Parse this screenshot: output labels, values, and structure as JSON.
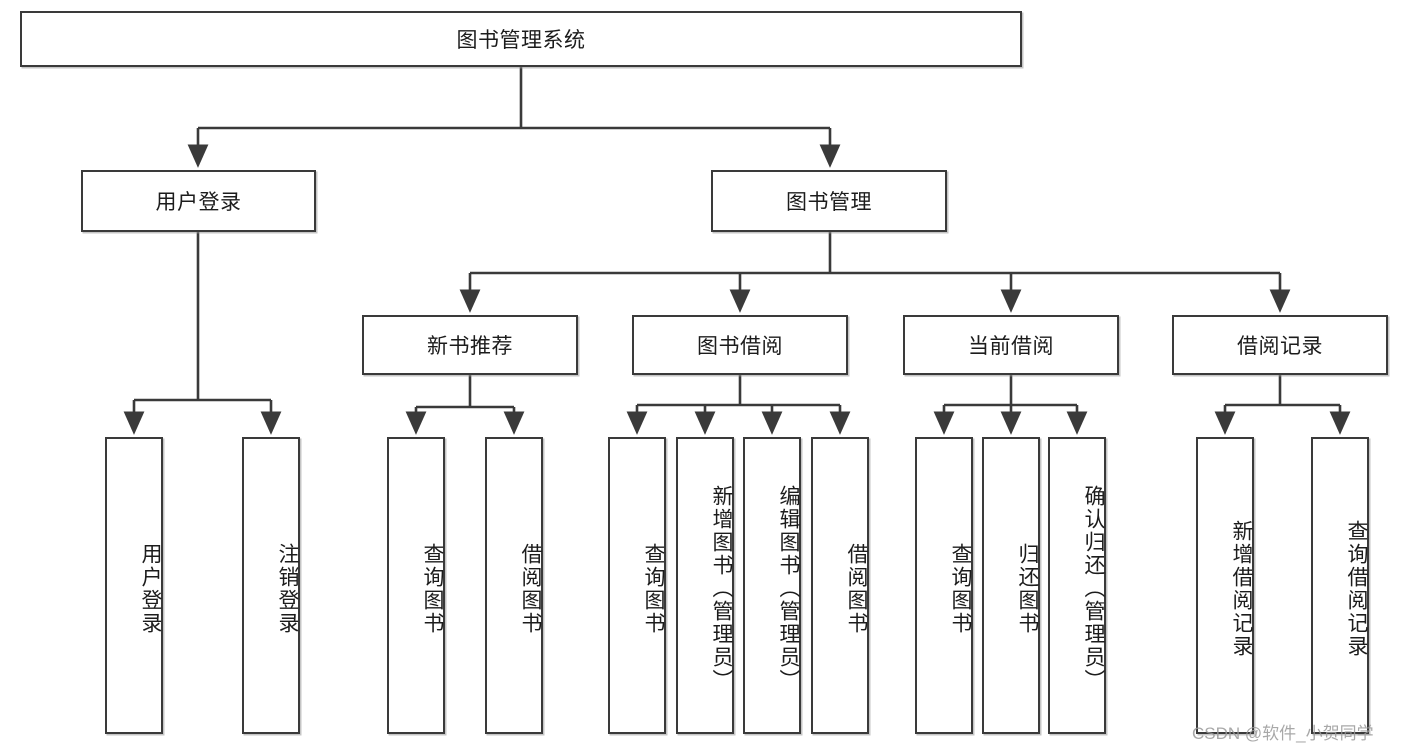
{
  "diagram": {
    "title": "图书管理系统",
    "type": "hierarchy-tree",
    "orientation": "top-down",
    "levels": 4,
    "root": {
      "label": "图书管理系统"
    },
    "level2": [
      {
        "label": "用户登录"
      },
      {
        "label": "图书管理"
      }
    ],
    "level3": [
      {
        "label": "新书推荐"
      },
      {
        "label": "图书借阅"
      },
      {
        "label": "当前借阅"
      },
      {
        "label": "借阅记录"
      }
    ],
    "leaves": {
      "user_login": [
        {
          "label": "用户登录"
        },
        {
          "label": "注销登录"
        }
      ],
      "new_book_recommend": [
        {
          "label": "查询图书"
        },
        {
          "label": "借阅图书"
        }
      ],
      "book_borrow": [
        {
          "label": "查询图书"
        },
        {
          "label": "新增图书（管理员）"
        },
        {
          "label": "编辑图书（管理员）"
        },
        {
          "label": "借阅图书"
        }
      ],
      "current_borrow": [
        {
          "label": "查询图书"
        },
        {
          "label": "归还图书"
        },
        {
          "label": "确认归还（管理员）"
        }
      ],
      "borrow_record": [
        {
          "label": "新增借阅记录"
        },
        {
          "label": "查询借阅记录"
        }
      ]
    }
  },
  "watermark": {
    "text": "CSDN @软件_小贺同学"
  },
  "colors": {
    "stroke": "#3a3a3a",
    "text": "#1c1c1c",
    "background": "#ffffff",
    "watermark": "#9a9a9a"
  }
}
